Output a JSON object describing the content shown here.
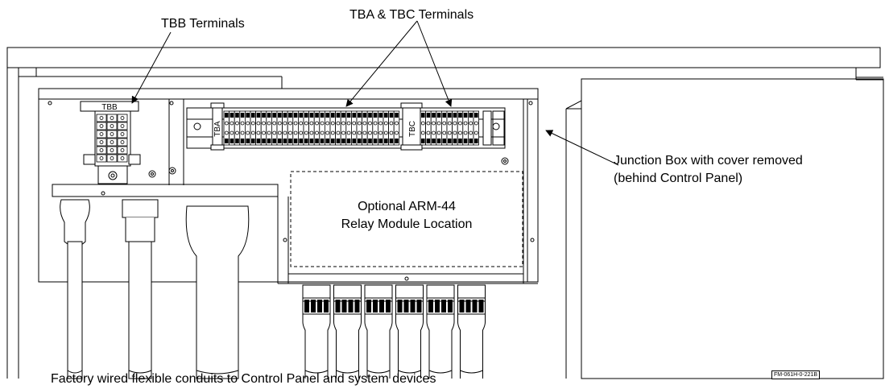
{
  "callouts": {
    "tbb": "TBB Terminals",
    "tba_tbc": "TBA & TBC Terminals",
    "junction_line1": "Junction Box with cover removed",
    "junction_line2": "(behind Control Panel)",
    "conduits": "Factory wired flexible conduits to Control Panel and system devices"
  },
  "relay_module": {
    "line1": "Optional ARM-44",
    "line2": "Relay Module Location"
  },
  "terminal_tags": {
    "tbb": "TBB",
    "tba": "TBA",
    "tbc": "TBC"
  },
  "drawing_ref": "FM-061H-0-221B"
}
